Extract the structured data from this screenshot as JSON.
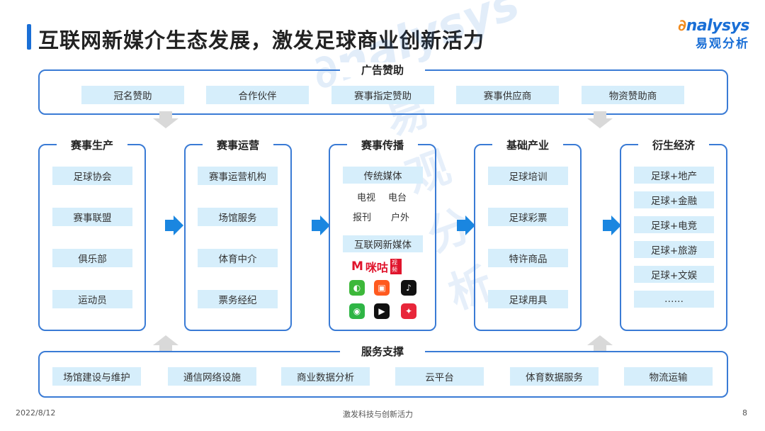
{
  "header": {
    "title": "互联网新媒介生态发展，激发足球商业创新活力",
    "logo_en_prefix": "",
    "logo_en_main": "nalysys",
    "logo_cn": "易观分析"
  },
  "colors": {
    "accent": "#1a6fd6",
    "cell_bg": "#d6eefb",
    "arrow": "#1a86e0",
    "logo_orange": "#f08a1e"
  },
  "ad_sponsorship": {
    "label": "广告赞助",
    "items": [
      "冠名赞助",
      "合作伙伴",
      "赛事指定赞助",
      "赛事供应商",
      "物资赞助商"
    ]
  },
  "columns": [
    {
      "label": "赛事生产",
      "items": [
        "足球协会",
        "赛事联盟",
        "俱乐部",
        "运动员"
      ]
    },
    {
      "label": "赛事运营",
      "items": [
        "赛事运营机构",
        "场馆服务",
        "体育中介",
        "票务经纪"
      ]
    },
    {
      "label": "赛事传播",
      "traditional": "传统媒体",
      "traditional_subs": [
        "电视",
        "电台",
        "报刊",
        "户外"
      ],
      "internet": "互联网新媒体",
      "brand": "咪咕",
      "brand_tag": "视频",
      "apps": [
        "iqiyi-icon",
        "kuaishou-icon",
        "douyin-icon",
        "pptv-icon",
        "bilibili-icon",
        "xigua-icon"
      ]
    },
    {
      "label": "基础产业",
      "items": [
        "足球培训",
        "足球彩票",
        "特许商品",
        "足球用具"
      ]
    },
    {
      "label": "衍生经济",
      "items": [
        "足球+地产",
        "足球+金融",
        "足球+电竞",
        "足球+旅游",
        "足球+文娱",
        "……"
      ]
    }
  ],
  "service_support": {
    "label": "服务支撑",
    "items": [
      "场馆建设与维护",
      "通信网络设施",
      "商业数据分析",
      "云平台",
      "体育数据服务",
      "物流运输"
    ]
  },
  "footer": {
    "date": "2022/8/12",
    "center": "激发科技与创新活力",
    "page": "8"
  }
}
